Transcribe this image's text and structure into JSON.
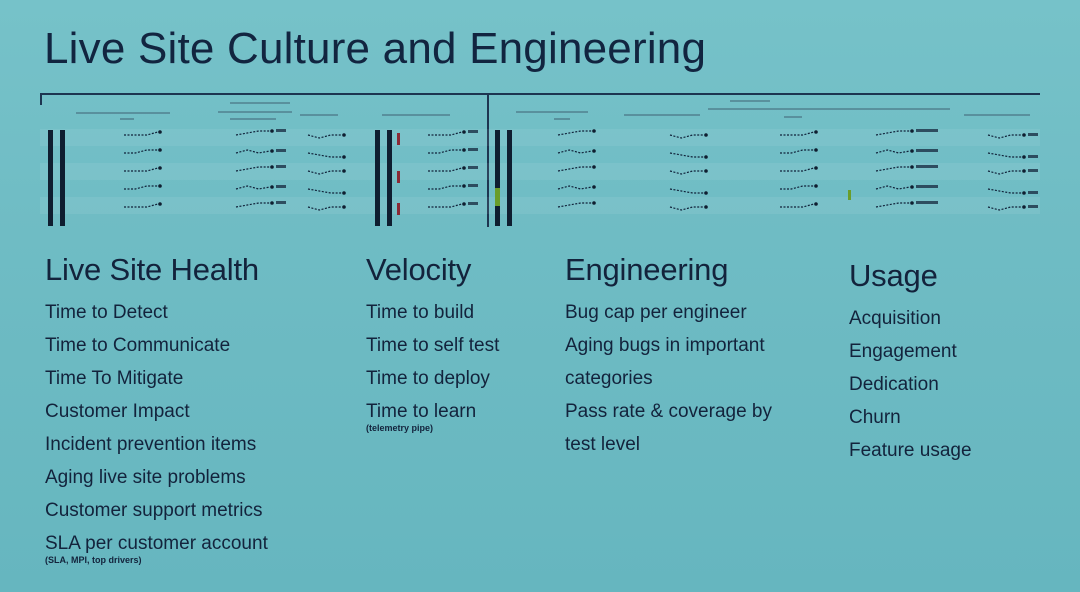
{
  "slide": {
    "title": "Live Site Culture and Engineering"
  },
  "colors": {
    "background": "#6fbcc4",
    "text": "#13233c",
    "bar_dark": "#0f1e30",
    "bar_green": "#6a9d2a",
    "bar_red": "#8a2a36"
  },
  "sections": {
    "live_site_health": {
      "heading": "Live Site Health",
      "items": [
        "Time to Detect",
        "Time to Communicate",
        "Time To Mitigate",
        "Customer Impact",
        "Incident prevention items",
        "Aging live site problems",
        "Customer support metrics",
        "SLA per customer account"
      ],
      "note": "(SLA, MPI, top drivers)"
    },
    "velocity": {
      "heading": "Velocity",
      "items": [
        "Time to build",
        "Time to self test",
        "Time to deploy",
        "Time to learn"
      ],
      "note": "(telemetry pipe)"
    },
    "engineering": {
      "heading": "Engineering",
      "items": [
        "Bug cap per engineer",
        "Aging bugs in important",
        "categories",
        "Pass rate & coverage by",
        "test level"
      ]
    },
    "usage": {
      "heading": "Usage",
      "items": [
        "Acquisition",
        "Engagement",
        "Dedication",
        "Churn",
        "Feature usage"
      ]
    }
  }
}
